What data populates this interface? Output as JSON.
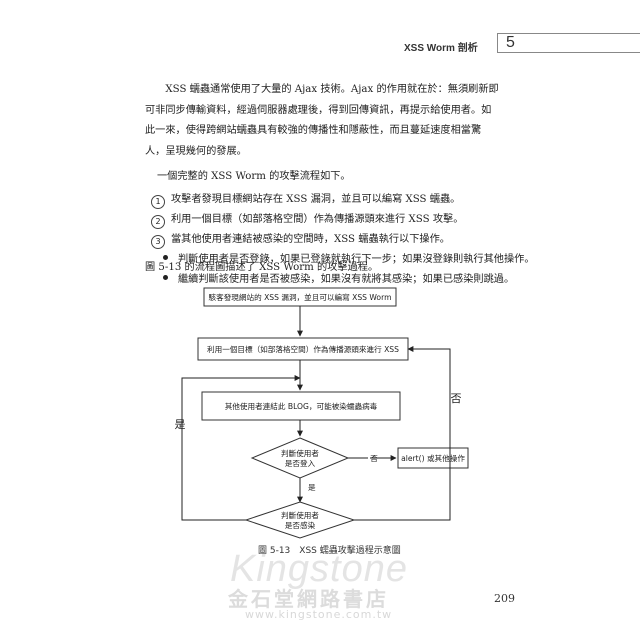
{
  "header": {
    "title": "XSS Worm 剖析",
    "chapter_number": "5"
  },
  "body": {
    "paragraph1": "XSS 蠕蟲通常使用了大量的 Ajax 技術。Ajax 的作用就在於：無須刷新即可非同步傳輸資料，經過伺服器處理後，得到回傳資訊，再提示給使用者。如此一來，使得跨網站蠕蟲具有較強的傳播性和隱蔽性，而且蔓延速度相當驚人，呈現幾何的發展。",
    "intro_line": "一個完整的 XSS Worm 的攻擊流程如下。",
    "steps": [
      {
        "marker": "1",
        "text": "攻擊者發現目標網站存在 XSS 漏洞，並且可以編寫 XSS 蠕蟲。"
      },
      {
        "marker": "2",
        "text": "利用一個目標（如部落格空間）作為傳播源頭來進行 XSS 攻擊。"
      },
      {
        "marker": "3",
        "text": "當其他使用者連結被感染的空間時，XSS 蠕蟲執行以下操作。"
      }
    ],
    "bullets": [
      "判斷使用者是否登錄，如果已登錄就執行下一步；如果沒登錄則執行其他操作。",
      "繼續判斷該使用者是否被感染，如果沒有就將其感染；如果已感染則跳過。"
    ],
    "figure_ref": "圖 5-13 的流程圖描述了 XSS Worm 的攻擊過程。"
  },
  "flowchart": {
    "box1": "駭客發現網站的 XSS 漏洞，並且可以編寫 XSS Worm",
    "box2": "利用一個目標（如部落格空間）作為傳播源頭來進行 XSS",
    "box3": "其他使用者連結此 BLOG，可能被染蠕蟲病毒",
    "diamond1_line1": "判斷使用者",
    "diamond1_line2": "是否登入",
    "box4": "alert() 或其他操作",
    "diamond2_line1": "判斷使用者",
    "diamond2_line2": "是否感染",
    "label_no_inline": "否",
    "label_yes_below": "是",
    "label_yes_left": "是",
    "label_no_right": "否"
  },
  "caption": "圖 5-13　XSS 蠕蟲攻擊過程示意圖",
  "watermark": {
    "brand": "Kingstone",
    "chinese": "金石堂網路書店",
    "url": "www.kingstone.com.tw"
  },
  "page_number": "209"
}
